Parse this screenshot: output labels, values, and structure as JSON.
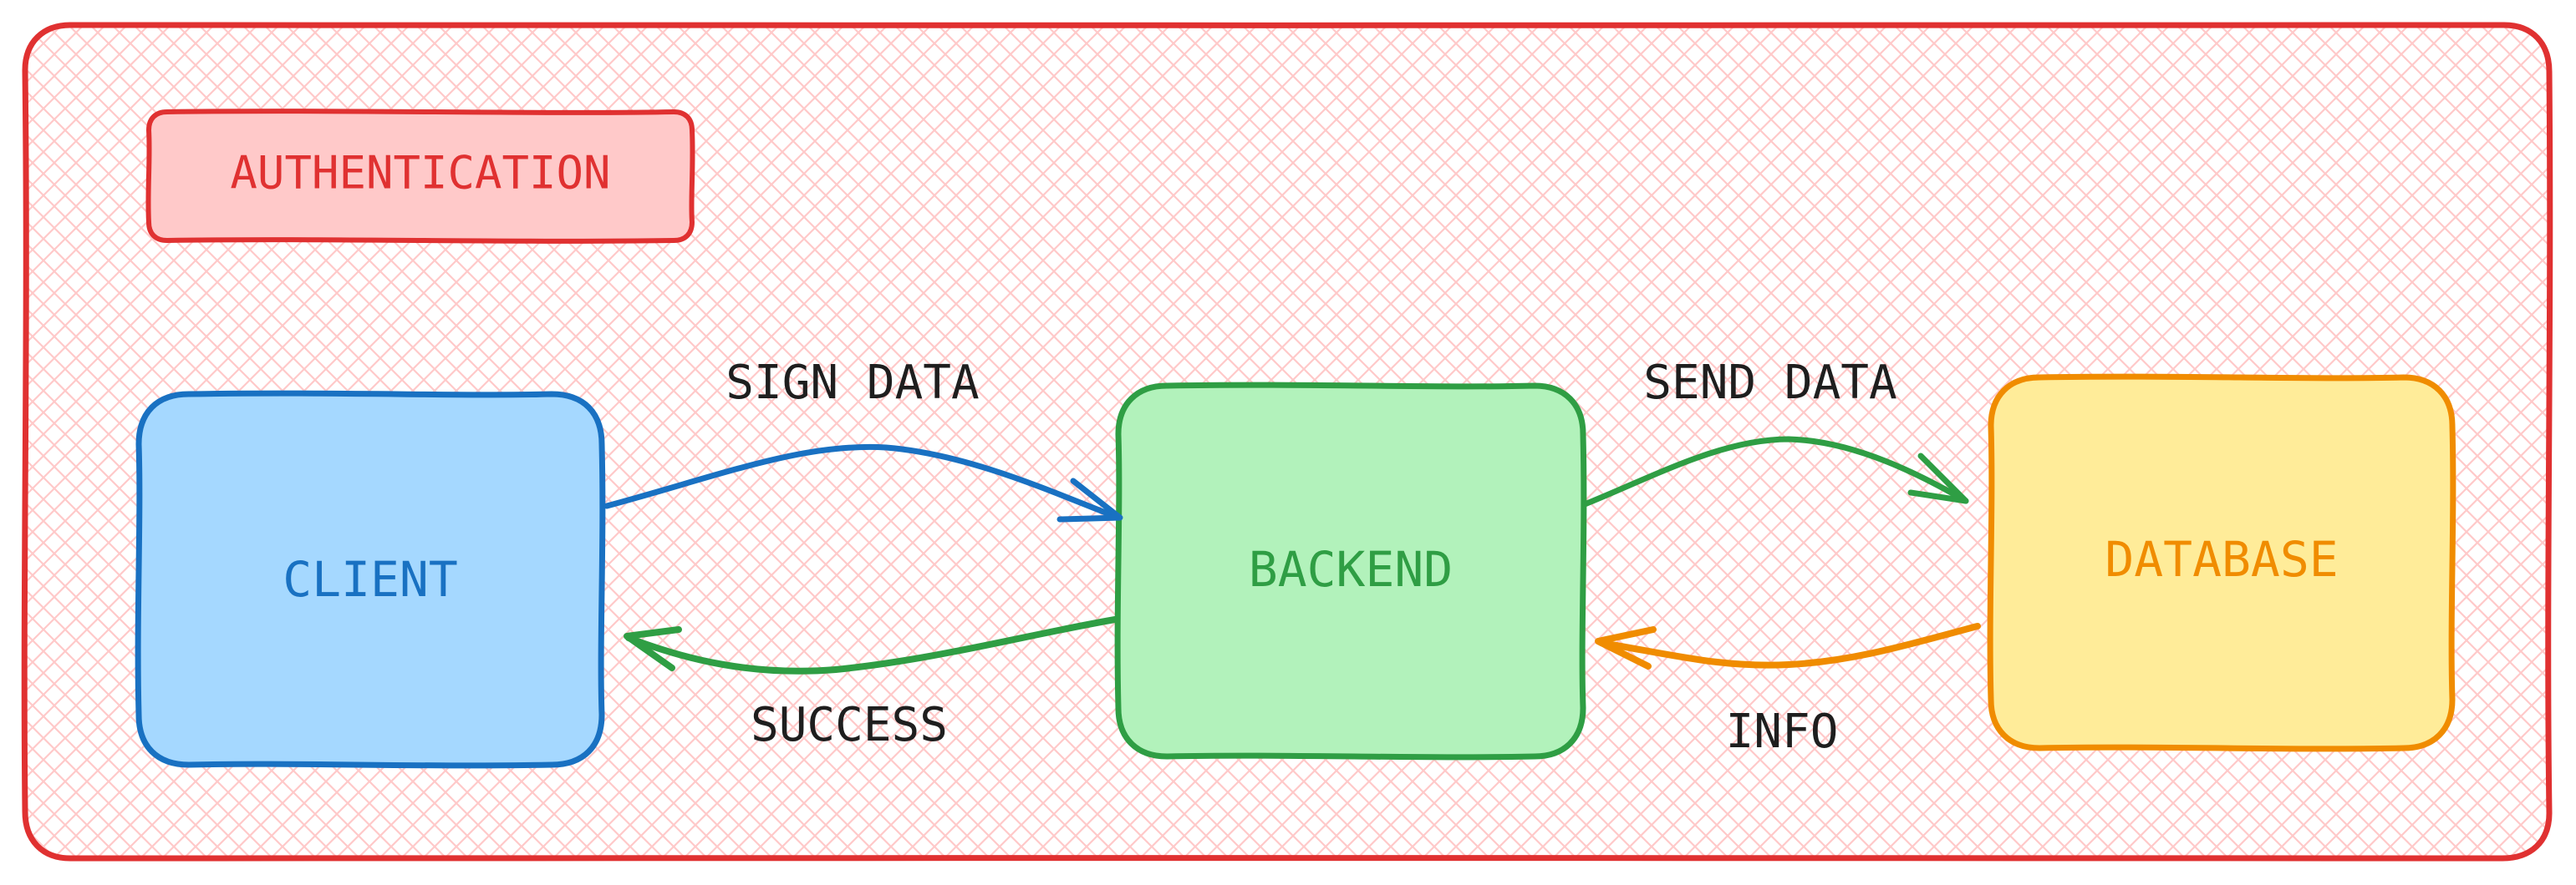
{
  "group": {
    "title": "AUTHENTICATION",
    "stroke_color": "#e03131",
    "fill_color": "#ffc9c9"
  },
  "nodes": {
    "client": {
      "label": "CLIENT",
      "stroke_color": "#1971c2",
      "fill_color": "#a5d8ff"
    },
    "backend": {
      "label": "BACKEND",
      "stroke_color": "#2f9e44",
      "fill_color": "#b2f2bb"
    },
    "database": {
      "label": "DATABASE",
      "stroke_color": "#f08c00",
      "fill_color": "#ffec99"
    }
  },
  "edges": {
    "sign_data": {
      "label": "SIGN DATA",
      "from": "CLIENT",
      "to": "BACKEND",
      "color": "#1971c2"
    },
    "success": {
      "label": "SUCCESS",
      "from": "BACKEND",
      "to": "CLIENT",
      "color": "#2f9e44"
    },
    "send_data": {
      "label": "SEND DATA",
      "from": "BACKEND",
      "to": "DATABASE",
      "color": "#2f9e44"
    },
    "info": {
      "label": "INFO",
      "from": "DATABASE",
      "to": "BACKEND",
      "color": "#f08c00"
    }
  },
  "text_color": "#1e1e1e"
}
